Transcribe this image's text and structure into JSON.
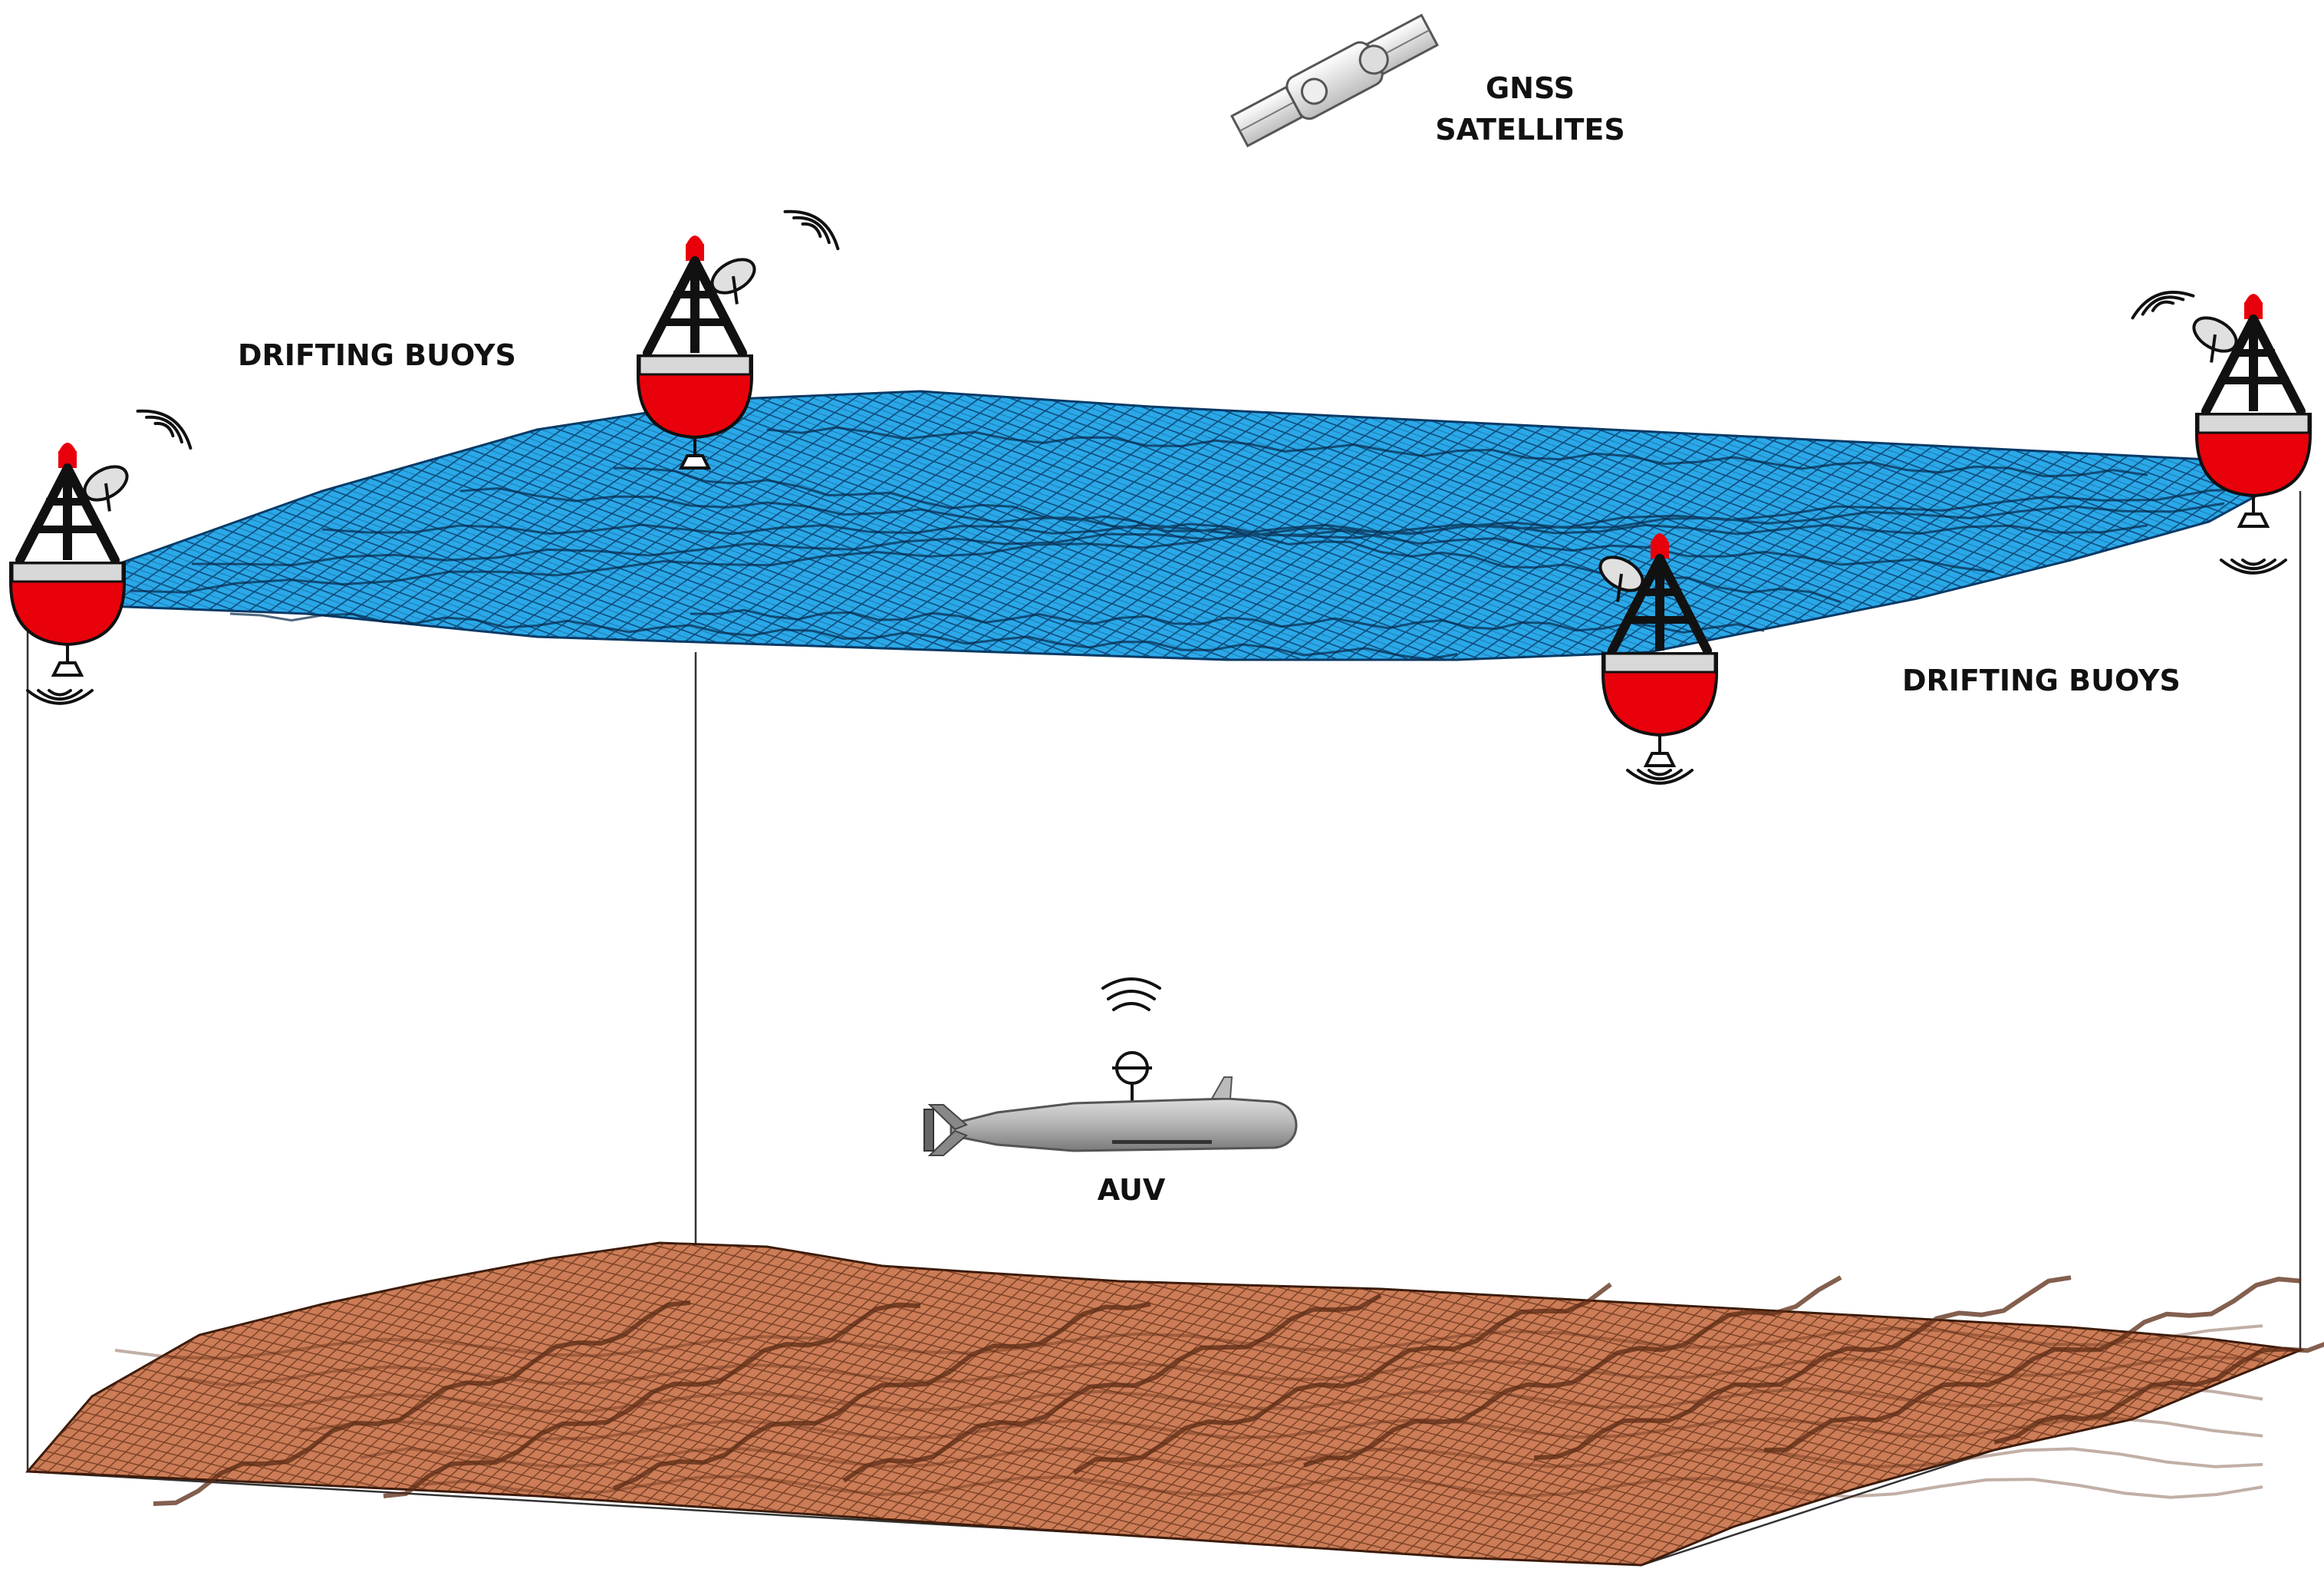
{
  "labels": {
    "gnss_line1": "GNSS",
    "gnss_line2": "SATELLITES",
    "buoys_left": "DRIFTING BUOYS",
    "buoys_right": "DRIFTING BUOYS",
    "auv": "AUV"
  },
  "colors": {
    "water": "#2aa8e8",
    "water_mesh": "#0a3a66",
    "seabed": "#cc7c56",
    "seabed_dark": "#6e3820",
    "buoy_red": "#e8000b",
    "buoy_band": "#d8d8d8",
    "frame": "#333333",
    "auv_hull": "#a9a9a9"
  },
  "icons": [
    "satellite-icon",
    "buoy-icon",
    "antenna-dish-icon",
    "signal-waves-icon",
    "transducer-icon",
    "auv-icon"
  ]
}
